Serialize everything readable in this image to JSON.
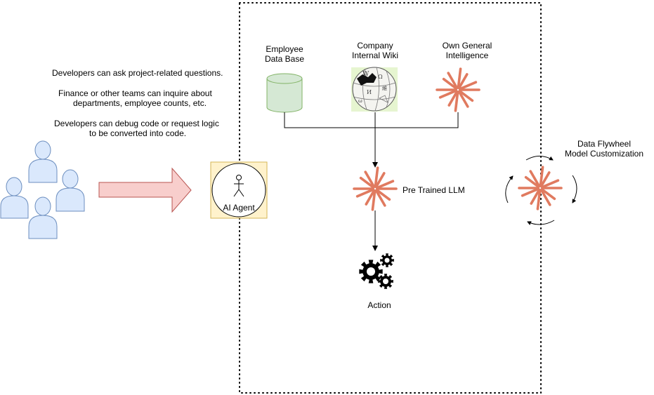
{
  "notes": {
    "line1": "Developers can ask project-related questions.",
    "line2": "Finance or other teams can inquire about",
    "line3": "departments, employee counts, etc.",
    "line4": "Developers can debug code or request logic",
    "line5": "to be converted into code."
  },
  "agent": {
    "label": "AI Agent"
  },
  "sources": {
    "employee_db": {
      "line1": "Employee",
      "line2": "Data Base"
    },
    "wiki": {
      "line1": "Company",
      "line2": "Internal Wiki"
    },
    "own_intel": {
      "line1": "Own General",
      "line2": "Intelligence"
    }
  },
  "llm": {
    "label": "Pre Trained LLM"
  },
  "action": {
    "label": "Action"
  },
  "flywheel": {
    "line1": "Data Flywheel",
    "line2": "Model Customization"
  },
  "colors": {
    "users_fill": "#dae8fc",
    "users_stroke": "#6c8ebf",
    "arrow_fill": "#f8cecc",
    "arrow_stroke": "#b85450",
    "agent_bg": "#fff2cc",
    "agent_border": "#d6b656",
    "db_fill": "#d5e8d4",
    "db_stroke": "#82b366",
    "wiki_bg": "#e6f5d0",
    "burst": "#e07a5f"
  }
}
